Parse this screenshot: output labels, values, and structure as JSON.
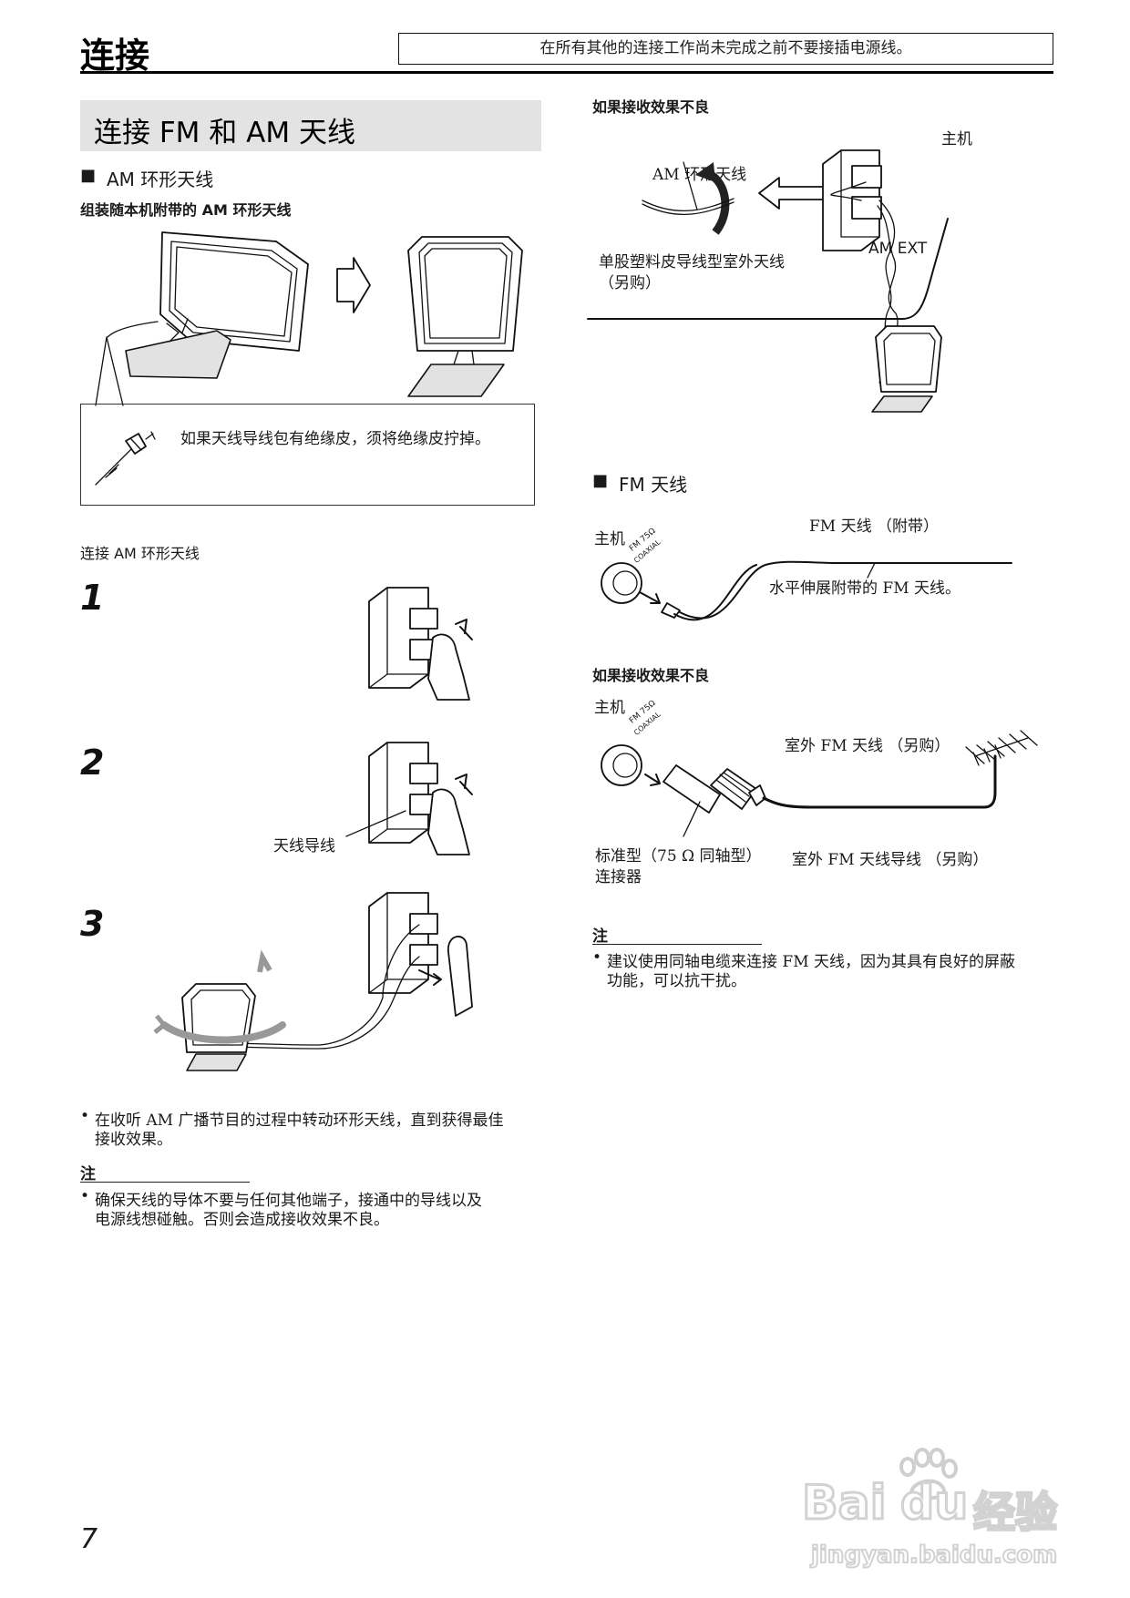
{
  "header": {
    "title": "连接",
    "notice": "在所有其他的连接工作尚未完成之前不要接插电源线。"
  },
  "section": {
    "title": "连接 FM 和 AM 天线"
  },
  "am_loop": {
    "heading_marker": "■",
    "heading": "AM 环形天线",
    "assemble_label": "组装随本机附带的 AM 环形天线",
    "insulation_tip": "如果天线导线包有绝缘皮，须将绝缘皮拧掉。",
    "connect_label": "连接 AM 环形天线",
    "steps": [
      "1",
      "2",
      "3"
    ],
    "antenna_wire_label": "天线导线",
    "bullet": "•",
    "rotate_tip_line1": "在收听 AM 广播节目的过程中转动环形天线，直到获得最佳",
    "rotate_tip_line2": "接收效果。",
    "note_title": "注",
    "note_line1": "确保天线的导体不要与任何其他端子，接通中的导线以及",
    "note_line2": "电源线想碰触。否则会造成接收效果不良。"
  },
  "am_poor": {
    "heading": "如果接收效果不良",
    "unit_label": "主机",
    "am_loop_label": "AM 环形天线",
    "am_ext_label": "AM EXT",
    "outdoor_line1": "单股塑料皮导线型室外天线",
    "outdoor_line2": "（另购）"
  },
  "fm": {
    "heading_marker": "■",
    "heading": "FM 天线",
    "unit_label": "主机",
    "jack_label1": "FM 75Ω",
    "jack_label2": "COAXIAL",
    "antenna_label": "FM 天线 （附带）",
    "extend_tip": "水平伸展附带的 FM 天线。",
    "poor_heading": "如果接收效果不良",
    "unit_label2": "主机",
    "outdoor_antenna": "室外 FM 天线 （另购）",
    "connector_line1": "标准型（75 Ω 同轴型）",
    "connector_line2": "连接器",
    "outdoor_wire": "室外 FM 天线导线 （另购）",
    "note_title": "注",
    "bullet": "•",
    "note_line1": "建议使用同轴电缆来连接 FM 天线，因为其具有良好的屏蔽",
    "note_line2": "功能，可以抗干扰。"
  },
  "footer": {
    "page_number": "7",
    "watermark_brand": "Bai",
    "watermark_brand2": "du",
    "watermark_jingyan": "经验",
    "watermark_url": "jingyan.baidu.com"
  }
}
